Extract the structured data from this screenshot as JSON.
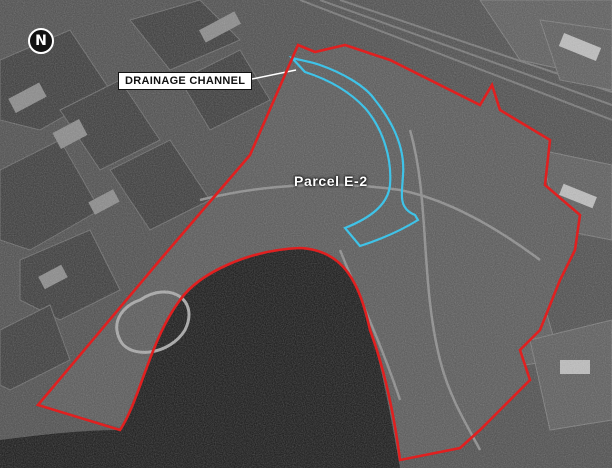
{
  "map": {
    "north_arrow_letter": "N",
    "callout_label": "DRAINAGE CHANNEL",
    "parcel_label": "Parcel E-2",
    "colors": {
      "site_boundary": "#e02020",
      "drainage_channel": "#3fc3e8",
      "water": "#161616",
      "land": "#4a4a4a"
    },
    "icons": [
      "north-arrow-icon"
    ]
  }
}
